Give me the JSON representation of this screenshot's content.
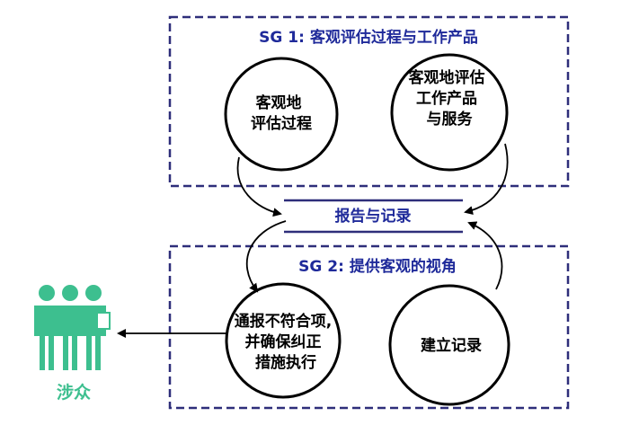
{
  "sg1": {
    "title": "SG 1:  客观评估过程与工作产品",
    "circle_left": [
      "客观地",
      "评估过程"
    ],
    "circle_right": [
      "客观地评估",
      "工作产品",
      "与服务"
    ]
  },
  "sg2": {
    "title": "SG 2:  提供客观的视角",
    "circle_left": [
      "通报不符合项,",
      "并确保纠正",
      "措施执行"
    ],
    "circle_right": [
      "建立记录"
    ]
  },
  "center_label": "报告与记录",
  "stakeholders": {
    "label": "涉众",
    "icon": "people-group-icon"
  },
  "colors": {
    "frame": "#2e2e7a",
    "title": "#1f2a9a",
    "center": "#1f2a9a",
    "stakeholder": "#3dbf8f",
    "circle": "#000000",
    "text": "#000000"
  }
}
